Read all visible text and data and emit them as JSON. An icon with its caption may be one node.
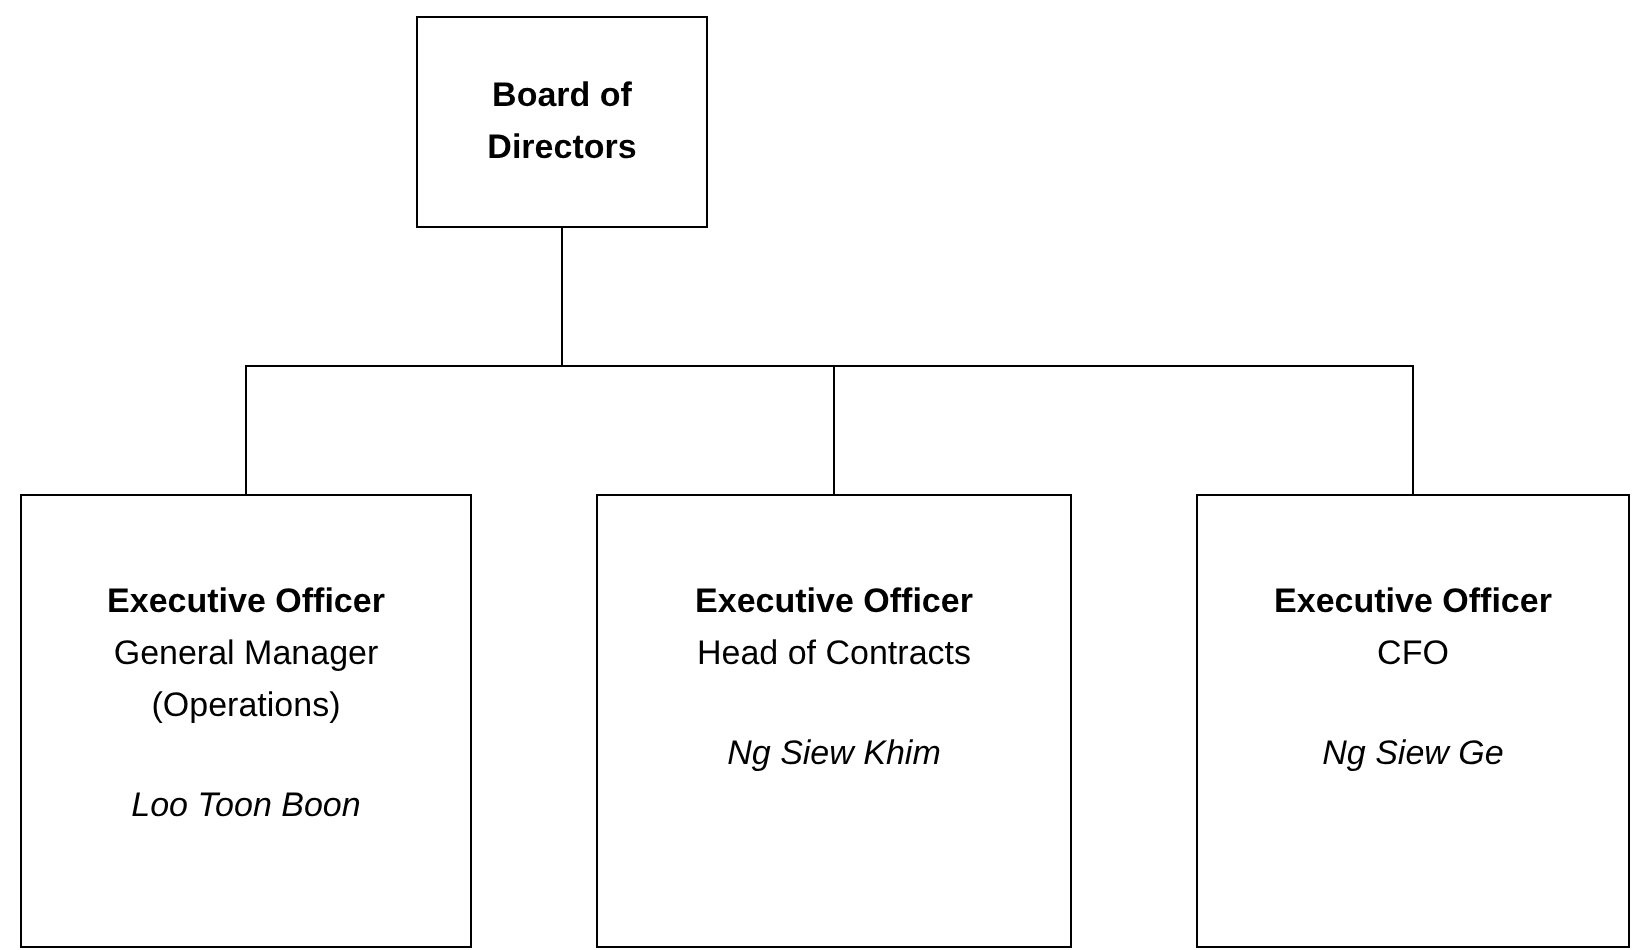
{
  "diagram": {
    "nodes": [
      {
        "text": [
          "Board of Directors"
        ]
      },
      {
        "text": [
          "Executive Officer",
          "General Manager (Operations)",
          "Loo Toon Boon"
        ]
      },
      {
        "text": [
          "Executive Officer",
          "Head of Contracts",
          "Ng Siew Khim"
        ]
      },
      {
        "text": [
          "Executive Officer",
          "CFO",
          "Ng Siew Ge"
        ]
      }
    ],
    "edges": [
      {
        "from": 0,
        "to": 1,
        "arrow": "none"
      },
      {
        "from": 0,
        "to": 2,
        "arrow": "none"
      },
      {
        "from": 0,
        "to": 3,
        "arrow": "none"
      }
    ]
  }
}
